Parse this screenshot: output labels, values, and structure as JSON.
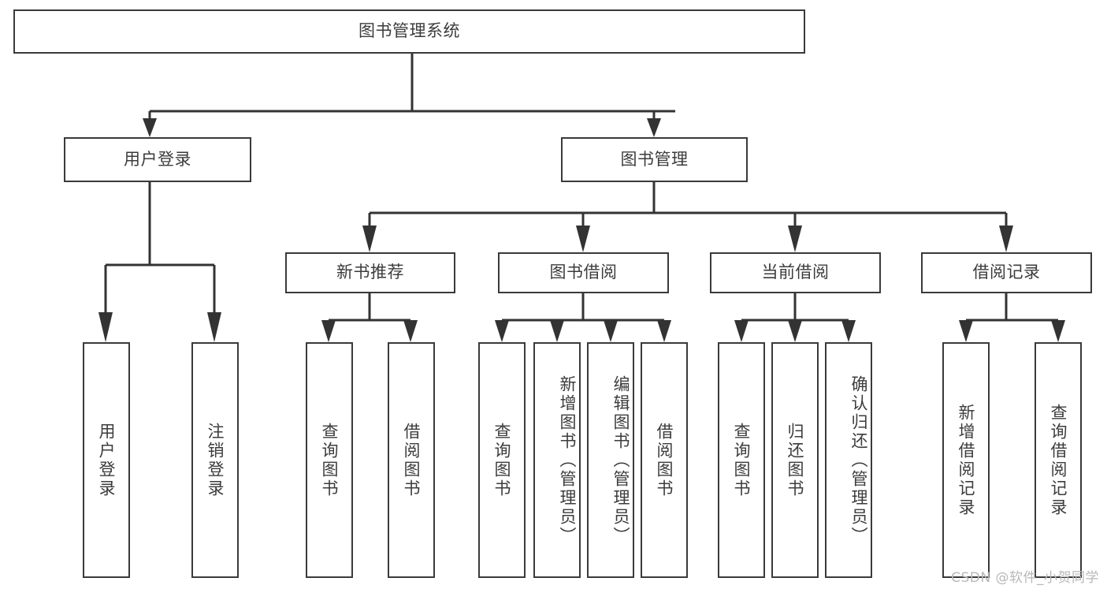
{
  "diagram": {
    "title": "图书管理系统",
    "type": "tree",
    "orientation": "top-down",
    "watermark": "CSDN @软件_小贺同学",
    "colors": {
      "box_border": "#3a3a3a",
      "box_fill": "#ffffff",
      "connector": "#333333",
      "text": "#3c3c3c",
      "watermark": "#b8b8b8",
      "background": "#ffffff"
    },
    "nodes": {
      "root": {
        "label": "图书管理系统",
        "level": 1,
        "text_direction": "horizontal"
      },
      "level2": [
        {
          "id": "user-login",
          "label": "用户登录",
          "text_direction": "horizontal"
        },
        {
          "id": "book-manage",
          "label": "图书管理",
          "text_direction": "horizontal"
        }
      ],
      "level3": [
        {
          "id": "new-book-recommend",
          "label": "新书推荐",
          "text_direction": "horizontal",
          "parent": "book-manage"
        },
        {
          "id": "book-borrow",
          "label": "图书借阅",
          "text_direction": "horizontal",
          "parent": "book-manage"
        },
        {
          "id": "current-borrow",
          "label": "当前借阅",
          "text_direction": "horizontal",
          "parent": "book-manage"
        },
        {
          "id": "borrow-record",
          "label": "借阅记录",
          "text_direction": "horizontal",
          "parent": "book-manage"
        }
      ],
      "leaves": {
        "user_login": [
          {
            "id": "leaf-user-login",
            "label": "用户登录",
            "text_direction": "vertical",
            "align": "center"
          },
          {
            "id": "leaf-logout",
            "label": "注销登录",
            "text_direction": "vertical",
            "align": "center"
          }
        ],
        "new_book_recommend": [
          {
            "id": "leaf-query-book-1",
            "label": "查询图书",
            "text_direction": "vertical",
            "align": "center"
          },
          {
            "id": "leaf-borrow-book-1",
            "label": "借阅图书",
            "text_direction": "vertical",
            "align": "center"
          }
        ],
        "book_borrow": [
          {
            "id": "leaf-query-book-2",
            "label": "查询图书",
            "text_direction": "vertical",
            "align": "center"
          },
          {
            "id": "leaf-add-book",
            "label": "新增图书（管理员）",
            "text_direction": "vertical",
            "align": "top"
          },
          {
            "id": "leaf-edit-book",
            "label": "编辑图书（管理员）",
            "text_direction": "vertical",
            "align": "top"
          },
          {
            "id": "leaf-borrow-book-2",
            "label": "借阅图书",
            "text_direction": "vertical",
            "align": "center"
          }
        ],
        "current_borrow": [
          {
            "id": "leaf-query-book-3",
            "label": "查询图书",
            "text_direction": "vertical",
            "align": "center"
          },
          {
            "id": "leaf-return-book",
            "label": "归还图书",
            "text_direction": "vertical",
            "align": "center"
          },
          {
            "id": "leaf-confirm-return",
            "label": "确认归还（管理员）",
            "text_direction": "vertical",
            "align": "top"
          }
        ],
        "borrow_record": [
          {
            "id": "leaf-add-record",
            "label": "新增借阅记录",
            "text_direction": "vertical",
            "align": "center"
          },
          {
            "id": "leaf-query-record",
            "label": "查询借阅记录",
            "text_direction": "vertical",
            "align": "center"
          }
        ]
      }
    }
  }
}
